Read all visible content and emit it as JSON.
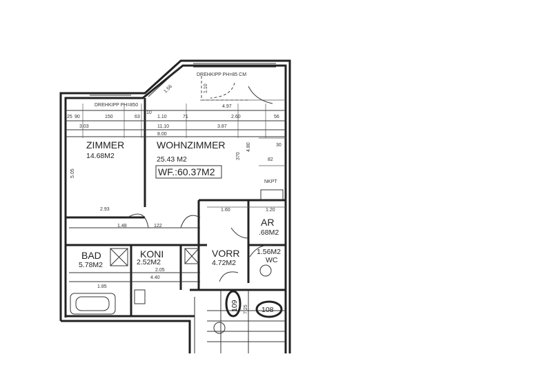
{
  "rooms": {
    "zimmer": {
      "name": "ZIMMER",
      "area": "14.68M2"
    },
    "wohnzimmer": {
      "name": "WOHNZIMMER",
      "area": "25.43 M2"
    },
    "total": "WF.:60.37M2",
    "bad": {
      "name": "BAD",
      "area": "5.78M2"
    },
    "koni": {
      "name": "KONI",
      "area": "2.52M2"
    },
    "vorr": {
      "name": "VORR",
      "area": "4.72M2"
    },
    "ar": {
      "name": "AR",
      "area": ".68M2"
    },
    "wc": {
      "name": "WC",
      "area": "1.56M2"
    }
  },
  "units": {
    "left": "109",
    "right": "108"
  },
  "annotations": {
    "window_top": "DREHKIPP PH=85 CM",
    "window_left": "DREHKIPP PH=850",
    "nkpt": "NKPT"
  },
  "dimensions": {
    "diag": "1.56",
    "top_v": "1.10",
    "d497": "4.97",
    "row1": [
      "25",
      "90",
      "150",
      "63",
      "10",
      "1.10",
      "71",
      "2.60",
      "56"
    ],
    "d303": "3.03",
    "d1110": "11.10",
    "d387": "3.87",
    "d800": "8.00",
    "d370": "370",
    "d480": "4.80",
    "d505": "5.05",
    "d30": "30",
    "d82": "82",
    "d293": "2.93",
    "d160": "1.60",
    "d120": "1.20",
    "d440": "4.40",
    "d205": "2.05",
    "d725": "7.25",
    "d185": "1.85",
    "d122": "122",
    "d148": "1.48"
  }
}
